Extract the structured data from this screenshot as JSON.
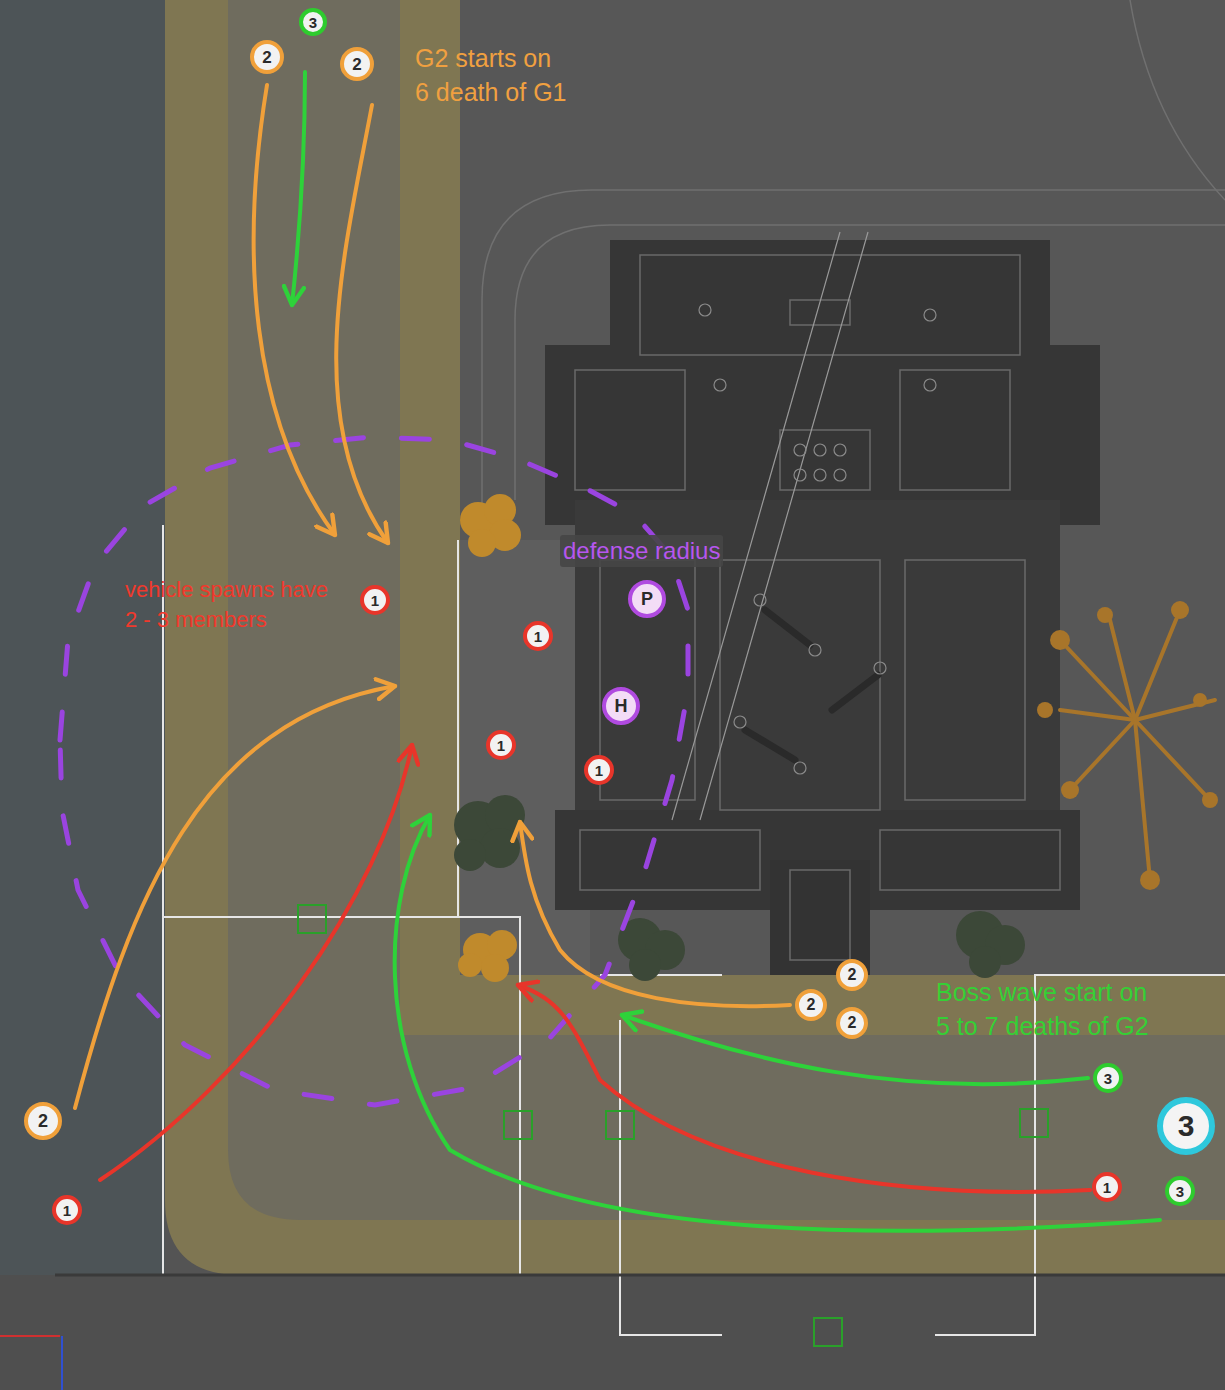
{
  "diagram": {
    "nodes": [
      {
        "text": [
          "3"
        ]
      },
      {
        "text": [
          "2"
        ]
      },
      {
        "text": [
          "2"
        ]
      },
      {
        "text": [
          "1"
        ]
      },
      {
        "text": [
          "P"
        ]
      },
      {
        "text": [
          "1"
        ]
      },
      {
        "text": [
          "H"
        ]
      },
      {
        "text": [
          "1"
        ]
      },
      {
        "text": [
          "1"
        ]
      },
      {
        "text": [
          "2"
        ]
      },
      {
        "text": [
          "2"
        ]
      },
      {
        "text": [
          "2"
        ]
      },
      {
        "text": [
          "3"
        ]
      },
      {
        "text": [
          "2"
        ]
      },
      {
        "text": [
          "3"
        ]
      },
      {
        "text": [
          "1"
        ]
      },
      {
        "text": [
          "3"
        ]
      },
      {
        "text": [
          "1"
        ]
      }
    ],
    "labels": [
      "G2 starts on 6 death of G1",
      "defense radius",
      "vehicle spawns have 2 - 3 members",
      "Boss wave start on 5 to 7 deaths of G2"
    ]
  }
}
